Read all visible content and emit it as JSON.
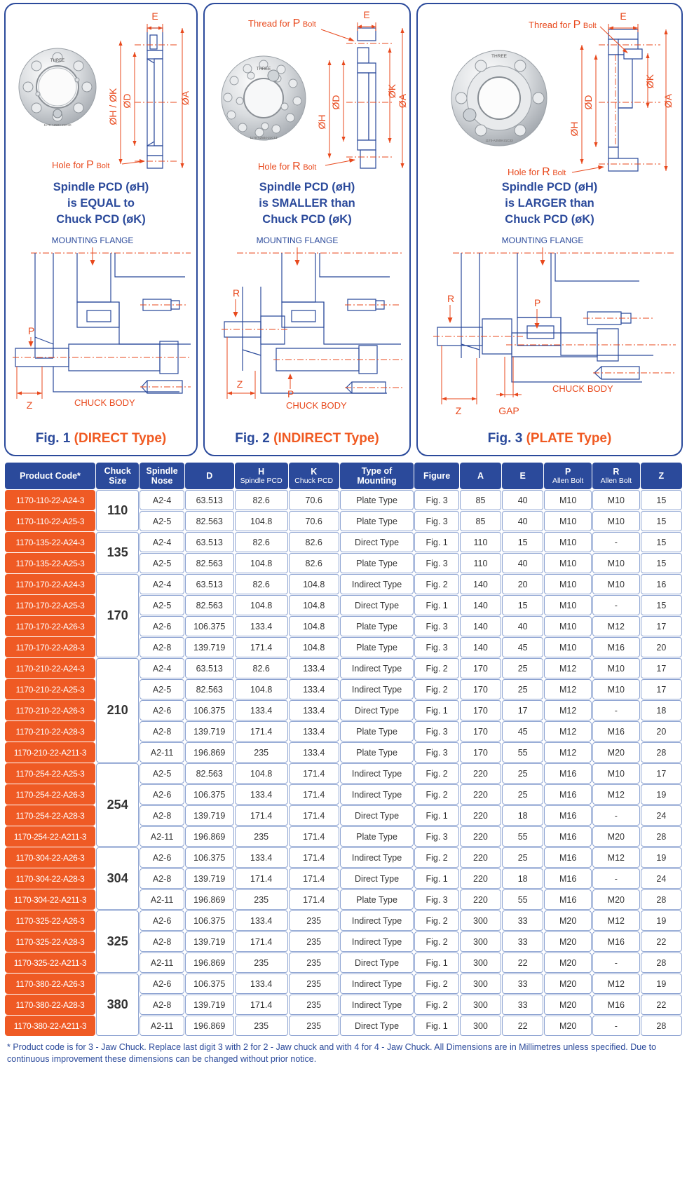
{
  "panels": [
    {
      "id": "fig1",
      "caption_line1": "Spindle PCD (øH)",
      "caption_line2": "is EQUAL to",
      "caption_line3": "Chuck PCD  (øK)",
      "fig_label": "Fig. 1 ",
      "fig_type": "(DIRECT Type)",
      "drawing_labels": {
        "e": "E",
        "d": "øD",
        "hk": "øH / øK",
        "a": "øA",
        "hole_p": "Hole for P Bolt"
      },
      "assembly_labels": {
        "mounting_flange": "MOUNTING FLANGE",
        "chuck_body": "CHUCK BODY",
        "p": "P",
        "z": "Z"
      }
    },
    {
      "id": "fig2",
      "caption_line1": "Spindle PCD (øH)",
      "caption_line2": "is SMALLER than",
      "caption_line3": "Chuck PCD  (øK)",
      "fig_label": "Fig. 2 ",
      "fig_type": "(INDIRECT Type)",
      "drawing_labels": {
        "e": "E",
        "d": "øD",
        "h": "øH",
        "k": "øK",
        "a": "øA",
        "thread_p": "Thread for P Bolt",
        "hole_r": "Hole for R Bolt"
      },
      "assembly_labels": {
        "mounting_flange": "MOUNTING FLANGE",
        "chuck_body": "CHUCK BODY",
        "p": "P",
        "r": "R",
        "z": "Z"
      }
    },
    {
      "id": "fig3",
      "caption_line1": "Spindle PCD (øH)",
      "caption_line2": "is LARGER than",
      "caption_line3": "Chuck PCD  (øK)",
      "fig_label": "Fig. 3 ",
      "fig_type": "(PLATE Type)",
      "drawing_labels": {
        "e": "E",
        "d": "øD",
        "h": "øH",
        "k": "øK",
        "a": "øA",
        "thread_p": "Thread for P Bolt",
        "hole_r": "Hole for R Bolt"
      },
      "assembly_labels": {
        "mounting_flange": "MOUNTING FLANGE",
        "chuck_body": "CHUCK BODY",
        "p": "P",
        "r": "R",
        "z": "Z",
        "gap": "GAP"
      }
    }
  ],
  "table": {
    "headers": [
      {
        "main": "Product Code*",
        "sub": ""
      },
      {
        "main": "Chuck",
        "sub2": "Size"
      },
      {
        "main": "Spindle",
        "sub2": "Nose"
      },
      {
        "main": "D",
        "sub": ""
      },
      {
        "main": "H",
        "sub": "Spindle PCD"
      },
      {
        "main": "K",
        "sub": "Chuck PCD"
      },
      {
        "main": "Type of",
        "sub2": "Mounting"
      },
      {
        "main": "Figure",
        "sub": ""
      },
      {
        "main": "A",
        "sub": ""
      },
      {
        "main": "E",
        "sub": ""
      },
      {
        "main": "P",
        "sub": "Allen Bolt"
      },
      {
        "main": "R",
        "sub": "Allen Bolt"
      },
      {
        "main": "Z",
        "sub": ""
      }
    ],
    "groups": [
      {
        "size": "110",
        "rows": [
          {
            "code": "1170-110-22-A24-3",
            "nose": "A2-4",
            "d": "63.513",
            "h": "82.6",
            "k": "70.6",
            "mounting": "Plate Type",
            "figure": "Fig. 3",
            "a": "85",
            "e": "40",
            "p": "M10",
            "r": "M10",
            "z": "15"
          },
          {
            "code": "1170-110-22-A25-3",
            "nose": "A2-5",
            "d": "82.563",
            "h": "104.8",
            "k": "70.6",
            "mounting": "Plate Type",
            "figure": "Fig. 3",
            "a": "85",
            "e": "40",
            "p": "M10",
            "r": "M10",
            "z": "15"
          }
        ]
      },
      {
        "size": "135",
        "rows": [
          {
            "code": "1170-135-22-A24-3",
            "nose": "A2-4",
            "d": "63.513",
            "h": "82.6",
            "k": "82.6",
            "mounting": "Direct Type",
            "figure": "Fig. 1",
            "a": "110",
            "e": "15",
            "p": "M10",
            "r": "-",
            "z": "15"
          },
          {
            "code": "1170-135-22-A25-3",
            "nose": "A2-5",
            "d": "82.563",
            "h": "104.8",
            "k": "82.6",
            "mounting": "Plate Type",
            "figure": "Fig. 3",
            "a": "110",
            "e": "40",
            "p": "M10",
            "r": "M10",
            "z": "15"
          }
        ]
      },
      {
        "size": "170",
        "rows": [
          {
            "code": "1170-170-22-A24-3",
            "nose": "A2-4",
            "d": "63.513",
            "h": "82.6",
            "k": "104.8",
            "mounting": "Indirect Type",
            "figure": "Fig. 2",
            "a": "140",
            "e": "20",
            "p": "M10",
            "r": "M10",
            "z": "16"
          },
          {
            "code": "1170-170-22-A25-3",
            "nose": "A2-5",
            "d": "82.563",
            "h": "104.8",
            "k": "104.8",
            "mounting": "Direct Type",
            "figure": "Fig. 1",
            "a": "140",
            "e": "15",
            "p": "M10",
            "r": "-",
            "z": "15"
          },
          {
            "code": "1170-170-22-A26-3",
            "nose": "A2-6",
            "d": "106.375",
            "h": "133.4",
            "k": "104.8",
            "mounting": "Plate Type",
            "figure": "Fig. 3",
            "a": "140",
            "e": "40",
            "p": "M10",
            "r": "M12",
            "z": "17"
          },
          {
            "code": "1170-170-22-A28-3",
            "nose": "A2-8",
            "d": "139.719",
            "h": "171.4",
            "k": "104.8",
            "mounting": "Plate Type",
            "figure": "Fig. 3",
            "a": "140",
            "e": "45",
            "p": "M10",
            "r": "M16",
            "z": "20"
          }
        ]
      },
      {
        "size": "210",
        "rows": [
          {
            "code": "1170-210-22-A24-3",
            "nose": "A2-4",
            "d": "63.513",
            "h": "82.6",
            "k": "133.4",
            "mounting": "Indirect Type",
            "figure": "Fig. 2",
            "a": "170",
            "e": "25",
            "p": "M12",
            "r": "M10",
            "z": "17"
          },
          {
            "code": "1170-210-22-A25-3",
            "nose": "A2-5",
            "d": "82.563",
            "h": "104.8",
            "k": "133.4",
            "mounting": "Indirect Type",
            "figure": "Fig. 2",
            "a": "170",
            "e": "25",
            "p": "M12",
            "r": "M10",
            "z": "17"
          },
          {
            "code": "1170-210-22-A26-3",
            "nose": "A2-6",
            "d": "106.375",
            "h": "133.4",
            "k": "133.4",
            "mounting": "Direct Type",
            "figure": "Fig. 1",
            "a": "170",
            "e": "17",
            "p": "M12",
            "r": "-",
            "z": "18"
          },
          {
            "code": "1170-210-22-A28-3",
            "nose": "A2-8",
            "d": "139.719",
            "h": "171.4",
            "k": "133.4",
            "mounting": "Plate Type",
            "figure": "Fig. 3",
            "a": "170",
            "e": "45",
            "p": "M12",
            "r": "M16",
            "z": "20"
          },
          {
            "code": "1170-210-22-A211-3",
            "nose": "A2-11",
            "d": "196.869",
            "h": "235",
            "k": "133.4",
            "mounting": "Plate Type",
            "figure": "Fig. 3",
            "a": "170",
            "e": "55",
            "p": "M12",
            "r": "M20",
            "z": "28"
          }
        ]
      },
      {
        "size": "254",
        "rows": [
          {
            "code": "1170-254-22-A25-3",
            "nose": "A2-5",
            "d": "82.563",
            "h": "104.8",
            "k": "171.4",
            "mounting": "Indirect Type",
            "figure": "Fig. 2",
            "a": "220",
            "e": "25",
            "p": "M16",
            "r": "M10",
            "z": "17"
          },
          {
            "code": "1170-254-22-A26-3",
            "nose": "A2-6",
            "d": "106.375",
            "h": "133.4",
            "k": "171.4",
            "mounting": "Indirect Type",
            "figure": "Fig. 2",
            "a": "220",
            "e": "25",
            "p": "M16",
            "r": "M12",
            "z": "19"
          },
          {
            "code": "1170-254-22-A28-3",
            "nose": "A2-8",
            "d": "139.719",
            "h": "171.4",
            "k": "171.4",
            "mounting": "Direct Type",
            "figure": "Fig. 1",
            "a": "220",
            "e": "18",
            "p": "M16",
            "r": "-",
            "z": "24"
          },
          {
            "code": "1170-254-22-A211-3",
            "nose": "A2-11",
            "d": "196.869",
            "h": "235",
            "k": "171.4",
            "mounting": "Plate Type",
            "figure": "Fig. 3",
            "a": "220",
            "e": "55",
            "p": "M16",
            "r": "M20",
            "z": "28"
          }
        ]
      },
      {
        "size": "304",
        "rows": [
          {
            "code": "1170-304-22-A26-3",
            "nose": "A2-6",
            "d": "106.375",
            "h": "133.4",
            "k": "171.4",
            "mounting": "Indirect Type",
            "figure": "Fig. 2",
            "a": "220",
            "e": "25",
            "p": "M16",
            "r": "M12",
            "z": "19"
          },
          {
            "code": "1170-304-22-A28-3",
            "nose": "A2-8",
            "d": "139.719",
            "h": "171.4",
            "k": "171.4",
            "mounting": "Direct Type",
            "figure": "Fig. 1",
            "a": "220",
            "e": "18",
            "p": "M16",
            "r": "-",
            "z": "24"
          },
          {
            "code": "1170-304-22-A211-3",
            "nose": "A2-11",
            "d": "196.869",
            "h": "235",
            "k": "171.4",
            "mounting": "Plate Type",
            "figure": "Fig. 3",
            "a": "220",
            "e": "55",
            "p": "M16",
            "r": "M20",
            "z": "28"
          }
        ]
      },
      {
        "size": "325",
        "rows": [
          {
            "code": "1170-325-22-A26-3",
            "nose": "A2-6",
            "d": "106.375",
            "h": "133.4",
            "k": "235",
            "mounting": "Indirect Type",
            "figure": "Fig. 2",
            "a": "300",
            "e": "33",
            "p": "M20",
            "r": "M12",
            "z": "19"
          },
          {
            "code": "1170-325-22-A28-3",
            "nose": "A2-8",
            "d": "139.719",
            "h": "171.4",
            "k": "235",
            "mounting": "Indirect Type",
            "figure": "Fig. 2",
            "a": "300",
            "e": "33",
            "p": "M20",
            "r": "M16",
            "z": "22"
          },
          {
            "code": "1170-325-22-A211-3",
            "nose": "A2-11",
            "d": "196.869",
            "h": "235",
            "k": "235",
            "mounting": "Direct Type",
            "figure": "Fig. 1",
            "a": "300",
            "e": "22",
            "p": "M20",
            "r": "-",
            "z": "28"
          }
        ]
      },
      {
        "size": "380",
        "rows": [
          {
            "code": "1170-380-22-A26-3",
            "nose": "A2-6",
            "d": "106.375",
            "h": "133.4",
            "k": "235",
            "mounting": "Indirect Type",
            "figure": "Fig. 2",
            "a": "300",
            "e": "33",
            "p": "M20",
            "r": "M12",
            "z": "19"
          },
          {
            "code": "1170-380-22-A28-3",
            "nose": "A2-8",
            "d": "139.719",
            "h": "171.4",
            "k": "235",
            "mounting": "Indirect Type",
            "figure": "Fig. 2",
            "a": "300",
            "e": "33",
            "p": "M20",
            "r": "M16",
            "z": "22"
          },
          {
            "code": "1170-380-22-A211-3",
            "nose": "A2-11",
            "d": "196.869",
            "h": "235",
            "k": "235",
            "mounting": "Direct Type",
            "figure": "Fig. 1",
            "a": "300",
            "e": "22",
            "p": "M20",
            "r": "-",
            "z": "28"
          }
        ]
      }
    ]
  },
  "footnote": "* Product code is for 3 - Jaw Chuck. Replace last digit 3 with 2 for 2 - Jaw chuck and with 4 for 4 - Jaw Chuck. All Dimensions are in Millimetres unless specified. Due to continuous improvement these dimensions can be changed without prior notice.",
  "colors": {
    "blue": "#2b4a9b",
    "orange": "#ef5a24",
    "dim_orange": "#e8491d",
    "cell_border": "#8ea4d2"
  }
}
